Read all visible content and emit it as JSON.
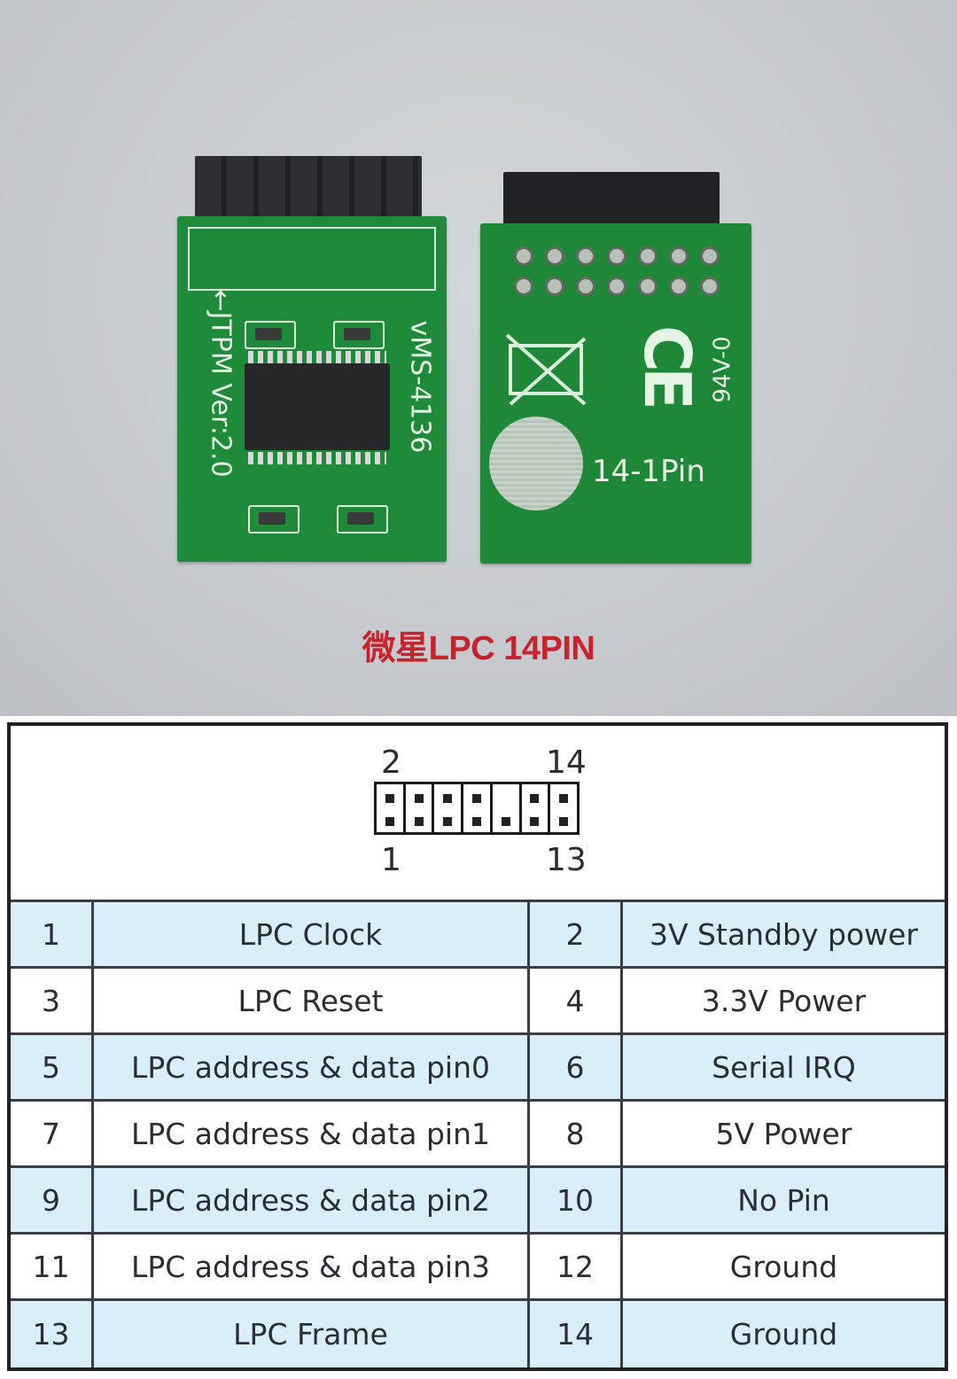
{
  "photo": {
    "front_board": {
      "silkscreen_left": "←JTPM Ver:2.0",
      "silkscreen_right": "vMS-4136"
    },
    "back_board": {
      "silkscreen_rating": "94V-0",
      "silkscreen_pin_label": "14-1Pin",
      "ce_mark": "CE"
    },
    "caption": "微星LPC 14PIN",
    "caption_color": "#c8222c"
  },
  "diagram": {
    "label_top_left": "2",
    "label_top_right": "14",
    "label_bottom_left": "1",
    "label_bottom_right": "13",
    "columns": 7,
    "missing_pin": "10"
  },
  "table": {
    "shade_color": "#d9eef9",
    "rows": [
      {
        "pin_a": "1",
        "signal_a": "LPC Clock",
        "pin_b": "2",
        "signal_b": "3V Standby power"
      },
      {
        "pin_a": "3",
        "signal_a": "LPC Reset",
        "pin_b": "4",
        "signal_b": "3.3V Power"
      },
      {
        "pin_a": "5",
        "signal_a": "LPC address & data pin0",
        "pin_b": "6",
        "signal_b": "Serial IRQ"
      },
      {
        "pin_a": "7",
        "signal_a": "LPC address & data pin1",
        "pin_b": "8",
        "signal_b": "5V Power"
      },
      {
        "pin_a": "9",
        "signal_a": "LPC address & data pin2",
        "pin_b": "10",
        "signal_b": "No Pin"
      },
      {
        "pin_a": "11",
        "signal_a": "LPC address & data pin3",
        "pin_b": "12",
        "signal_b": "Ground"
      },
      {
        "pin_a": "13",
        "signal_a": "LPC Frame",
        "pin_b": "14",
        "signal_b": "Ground"
      }
    ]
  }
}
